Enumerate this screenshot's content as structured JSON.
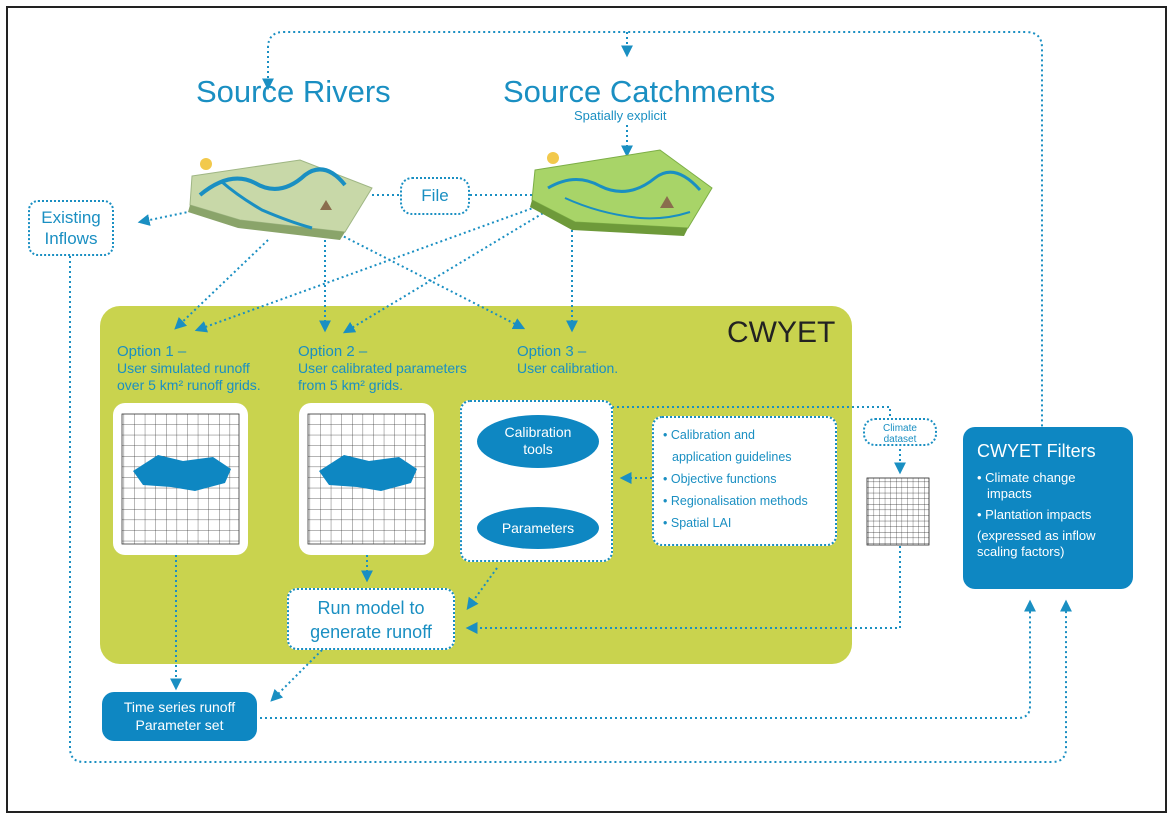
{
  "titles": {
    "source_rivers": "Source Rivers",
    "source_catchments": "Source Catchments",
    "spatially_explicit": "Spatially explicit"
  },
  "file_label": "File",
  "existing_inflows": [
    "Existing",
    "Inflows"
  ],
  "cwyet_label": "CWYET",
  "options": {
    "option1": [
      "Option 1 –",
      "User simulated runoff",
      "over 5 km² runoff grids."
    ],
    "option2": [
      "Option 2 –",
      "User calibrated parameters",
      "from 5 km² grids."
    ],
    "option3": [
      "Option 3 –",
      "User calibration."
    ]
  },
  "calibration_tools": [
    "Calibration",
    "tools"
  ],
  "parameters": "Parameters",
  "guidelines": [
    "Calibration and",
    "application guidelines",
    "Objective functions",
    "Regionalisation methods",
    "Spatial LAI"
  ],
  "climate_dataset": [
    "Climate",
    "dataset"
  ],
  "run_model": [
    "Run model to",
    "generate runoff"
  ],
  "timeseries": [
    "Time series runoff",
    "Parameter set"
  ],
  "filters": {
    "title": "CWYET Filters",
    "items": [
      "Climate change impacts",
      "Plantation impacts"
    ],
    "note": [
      "(expressed as inflow",
      "scaling factors)"
    ]
  },
  "colors": {
    "accent_blue": "#1a8fc2",
    "dark_blue": "#0e87c2",
    "panel_green": "#c9d34e"
  }
}
